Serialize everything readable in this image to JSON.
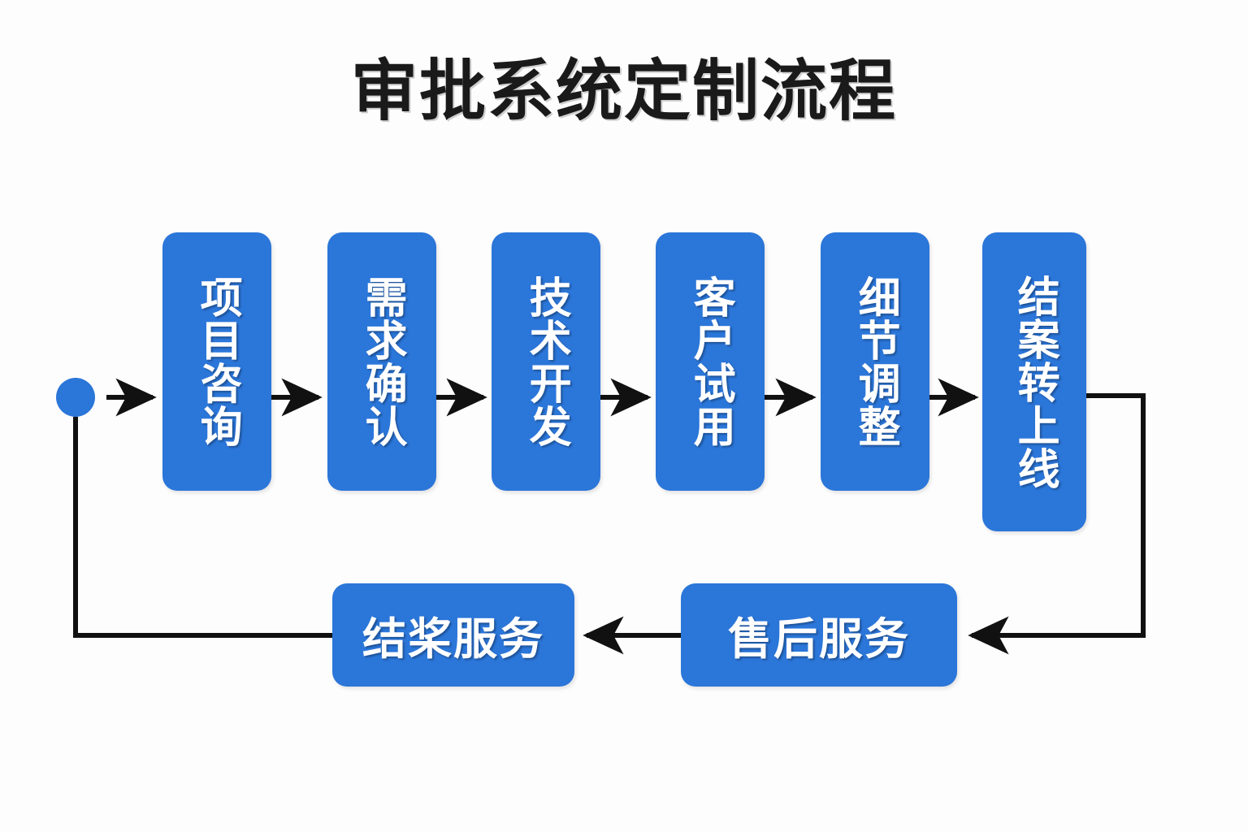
{
  "diagram": {
    "title": "审批系统定制流程",
    "background_color": "#fdfdfd",
    "node_color": "#2b76d9",
    "node_text_color": "#ffffff",
    "connector_color": "#111111",
    "title_color": "#1a1a1a",
    "start_node": {
      "name": "start-node",
      "shape": "circle",
      "label": ""
    },
    "main_steps": [
      {
        "id": "step-1",
        "label": "项目咨询"
      },
      {
        "id": "step-2",
        "label": "需求确认"
      },
      {
        "id": "step-3",
        "label": "技术开发"
      },
      {
        "id": "step-4",
        "label": "客户试用"
      },
      {
        "id": "step-5",
        "label": "细节调整"
      },
      {
        "id": "step-6",
        "label": "结案转上线"
      }
    ],
    "service_steps": [
      {
        "id": "service-2",
        "label": "结桨服务"
      },
      {
        "id": "service-1",
        "label": "售后服务"
      }
    ],
    "flow_sequence": [
      "start-node",
      "项目咨询",
      "需求确认",
      "技术开发",
      "客户试用",
      "细节调整",
      "结案转上线",
      "售后服务",
      "结桨服务",
      "start-node"
    ],
    "connectors": [
      {
        "from": "start-node",
        "to": "项目咨询",
        "style": "arrow-right"
      },
      {
        "from": "项目咨询",
        "to": "需求确认",
        "style": "arrow-right"
      },
      {
        "from": "需求确认",
        "to": "技术开发",
        "style": "arrow-right"
      },
      {
        "from": "技术开发",
        "to": "客户试用",
        "style": "arrow-right"
      },
      {
        "from": "客户试用",
        "to": "细节调整",
        "style": "arrow-right"
      },
      {
        "from": "细节调整",
        "to": "结案转上线",
        "style": "arrow-right"
      },
      {
        "from": "结案转上线",
        "to": "售后服务",
        "style": "elbow-arrow-left"
      },
      {
        "from": "售后服务",
        "to": "结桨服务",
        "style": "arrow-left"
      },
      {
        "from": "结桨服务",
        "to": "start-node",
        "style": "elbow-loop-back"
      }
    ]
  }
}
